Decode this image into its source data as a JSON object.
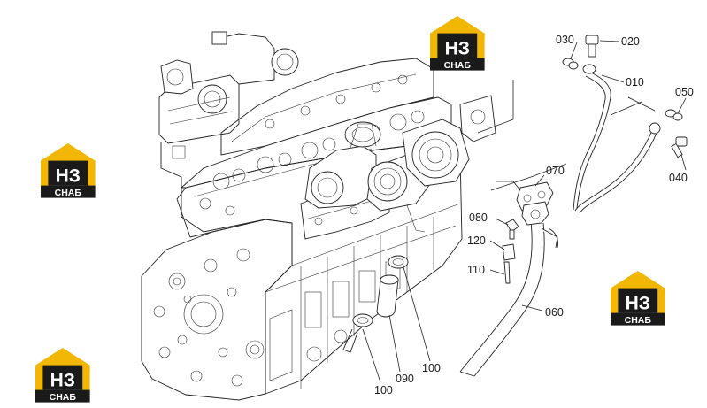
{
  "watermark": {
    "top": "НЗ",
    "bottom": "СНАБ",
    "colors": {
      "yellow": "#f2b705",
      "dark": "#1a1a1a",
      "white": "#ffffff"
    }
  },
  "parts": {
    "p010": "010",
    "p020": "020",
    "p030": "030",
    "p040": "040",
    "p050": "050",
    "p060": "060",
    "p070": "070",
    "p080": "080",
    "p090": "090",
    "p100a": "100",
    "p100b": "100",
    "p110": "110",
    "p120": "120"
  }
}
